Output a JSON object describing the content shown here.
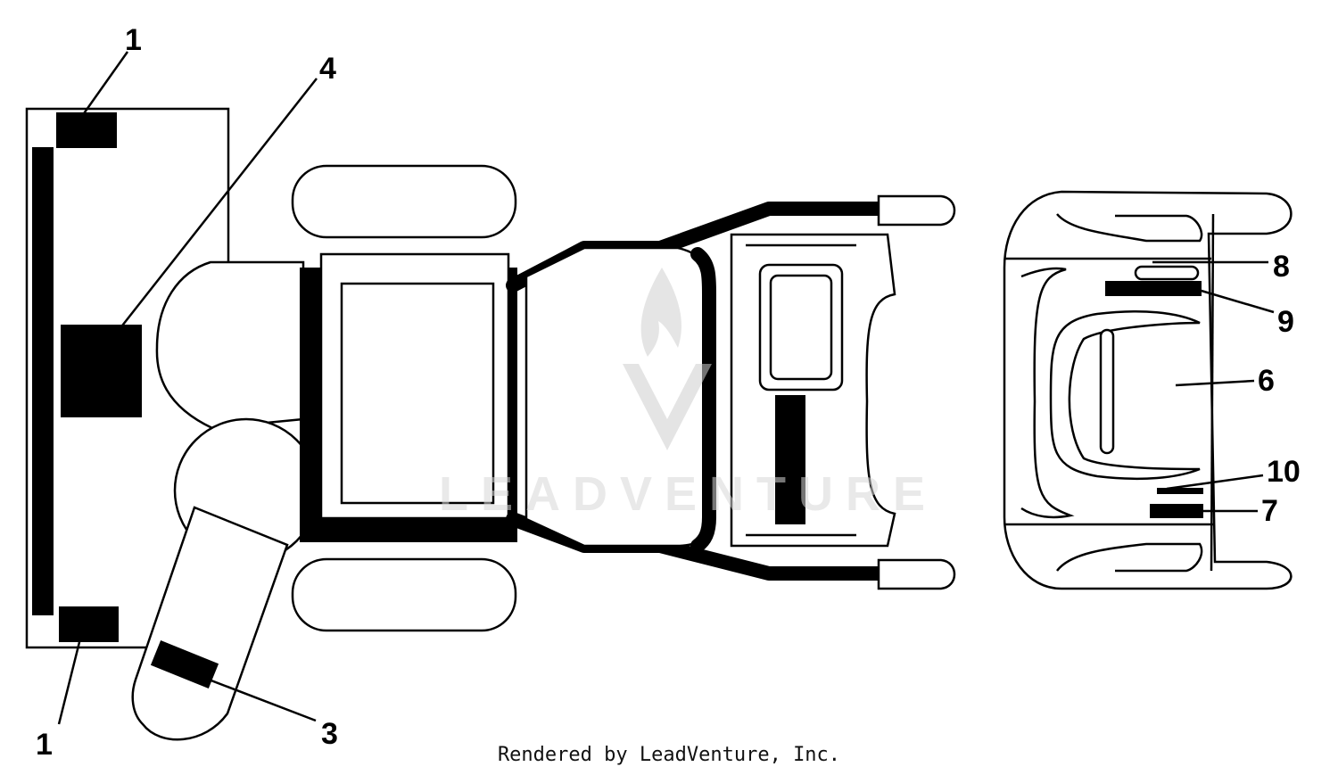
{
  "diagram": {
    "callouts": [
      {
        "id": "1-top",
        "label": "1"
      },
      {
        "id": "1-bottom",
        "label": "1"
      },
      {
        "id": "3",
        "label": "3"
      },
      {
        "id": "4",
        "label": "4"
      },
      {
        "id": "6",
        "label": "6"
      },
      {
        "id": "7",
        "label": "7"
      },
      {
        "id": "8",
        "label": "8"
      },
      {
        "id": "9",
        "label": "9"
      },
      {
        "id": "10",
        "label": "10"
      }
    ]
  },
  "watermark": {
    "text": "LEADVENTURE"
  },
  "footer": {
    "text": "Rendered by LeadVenture, Inc."
  },
  "colors": {
    "line": "#000000",
    "background": "#ffffff",
    "watermark": "#d8d8d8"
  }
}
